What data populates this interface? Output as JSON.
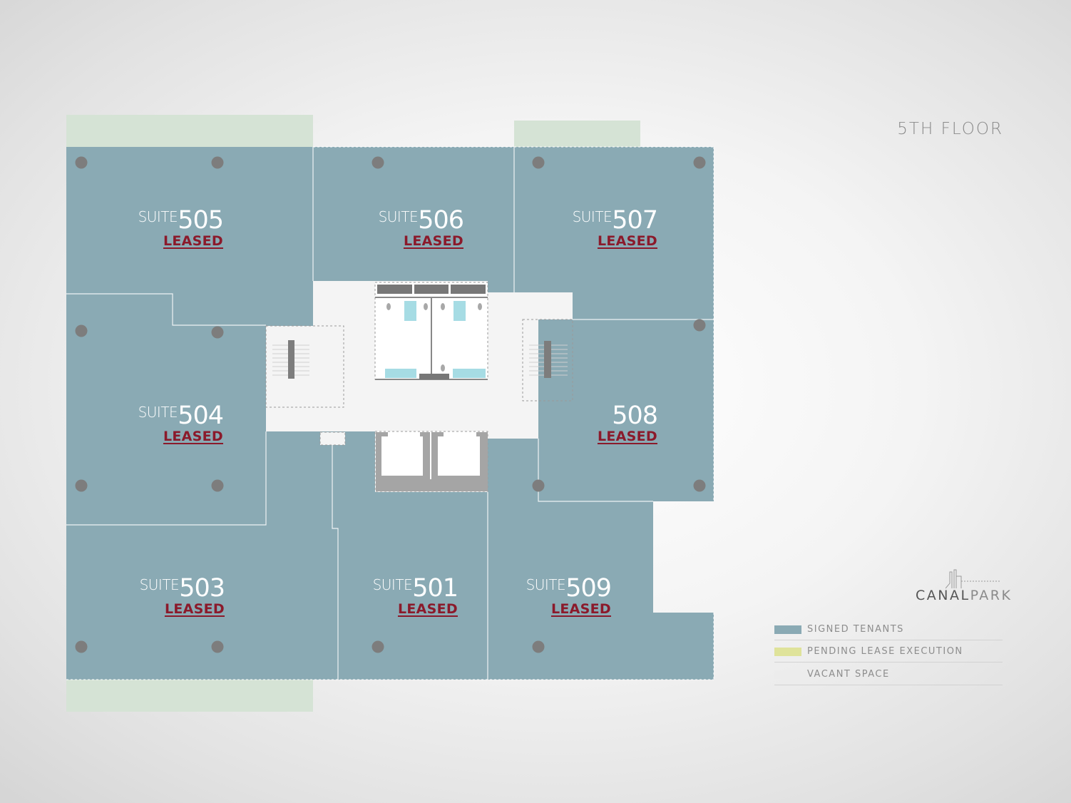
{
  "floor_title": "5TH FLOOR",
  "colors": {
    "signed_tenant": "#8aaab4",
    "pending_lease": "#dfe39a",
    "vacant": "#ececec",
    "core": "#f4f4f4",
    "terrace": "#d5e3d5",
    "column": "#7d7d7d",
    "leased_text": "#8b1a2b"
  },
  "suites": [
    {
      "id": "505",
      "prefix": "SUITE",
      "number": "505",
      "status": "LEASED"
    },
    {
      "id": "506",
      "prefix": "SUITE",
      "number": "506",
      "status": "LEASED"
    },
    {
      "id": "507",
      "prefix": "SUITE",
      "number": "507",
      "status": "LEASED"
    },
    {
      "id": "504",
      "prefix": "SUITE",
      "number": "504",
      "status": "LEASED"
    },
    {
      "id": "508",
      "prefix": "",
      "number": "508",
      "status": "LEASED"
    },
    {
      "id": "503",
      "prefix": "SUITE",
      "number": "503",
      "status": "LEASED"
    },
    {
      "id": "501",
      "prefix": "SUITE",
      "number": "501",
      "status": "LEASED"
    },
    {
      "id": "509",
      "prefix": "SUITE",
      "number": "509",
      "status": "LEASED"
    }
  ],
  "brand": {
    "part1": "CANAL",
    "part2": "PARK",
    "icon": "building-skyline-icon"
  },
  "legend": [
    {
      "label": "SIGNED TENANTS",
      "color": "#8aaab4"
    },
    {
      "label": "PENDING LEASE EXECUTION",
      "color": "#dfe39a"
    },
    {
      "label": "VACANT SPACE",
      "color": "#ececec"
    }
  ]
}
